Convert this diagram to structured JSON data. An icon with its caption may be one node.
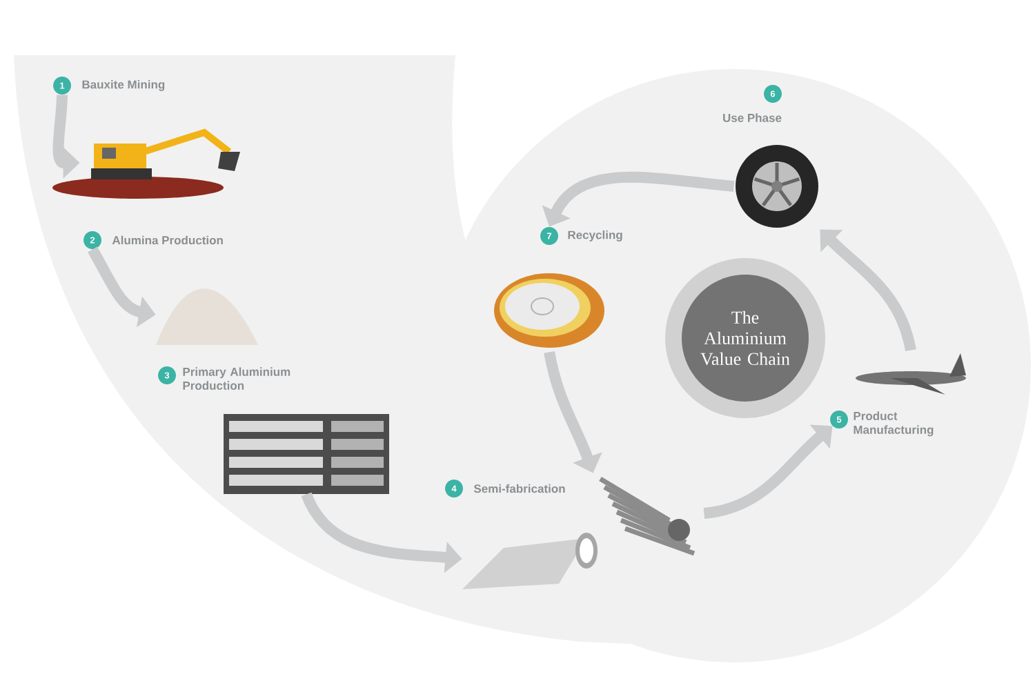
{
  "diagram": {
    "nodes": [
      {
        "text": [
          "1"
        ],
        "beside": [
          "Bauxite Mining"
        ]
      },
      {
        "text": [],
        "shape": "picture"
      },
      {
        "text": [
          "2"
        ],
        "beside": [
          "Alumina Production"
        ]
      },
      {
        "text": [],
        "shape": "picture"
      },
      {
        "text": [
          "3"
        ],
        "beside": [
          "Primary Aluminium Production"
        ]
      },
      {
        "text": [],
        "shape": "picture"
      },
      {
        "text": [
          "4"
        ],
        "beside": [
          "Semi-fabrication"
        ]
      },
      {
        "text": [],
        "shape": "picture"
      },
      {
        "text": [],
        "shape": "picture"
      },
      {
        "text": [
          "5"
        ],
        "beside": [
          "Product Manufacturing"
        ]
      },
      {
        "text": [],
        "shape": "picture"
      },
      {
        "text": [
          "6"
        ],
        "beside": [
          "Use Phase"
        ]
      },
      {
        "text": [],
        "shape": "picture"
      },
      {
        "text": [
          "7"
        ],
        "beside": [
          "Recycling"
        ]
      },
      {
        "text": [],
        "shape": "picture"
      },
      {
        "text": [
          "The Aluminium Value Chain"
        ]
      }
    ],
    "edges": [
      {
        "from": 0,
        "to": 1,
        "arrow": "to"
      },
      {
        "from": 2,
        "to": 3,
        "arrow": "to"
      },
      {
        "from": 5,
        "to": 7,
        "arrow": "to"
      },
      {
        "from": 8,
        "to": 9,
        "arrow": "to"
      },
      {
        "from": 10,
        "to": 12,
        "arrow": "to"
      },
      {
        "from": 12,
        "to": 13,
        "arrow": "to"
      },
      {
        "from": 14,
        "to": 8,
        "arrow": "to"
      }
    ]
  }
}
